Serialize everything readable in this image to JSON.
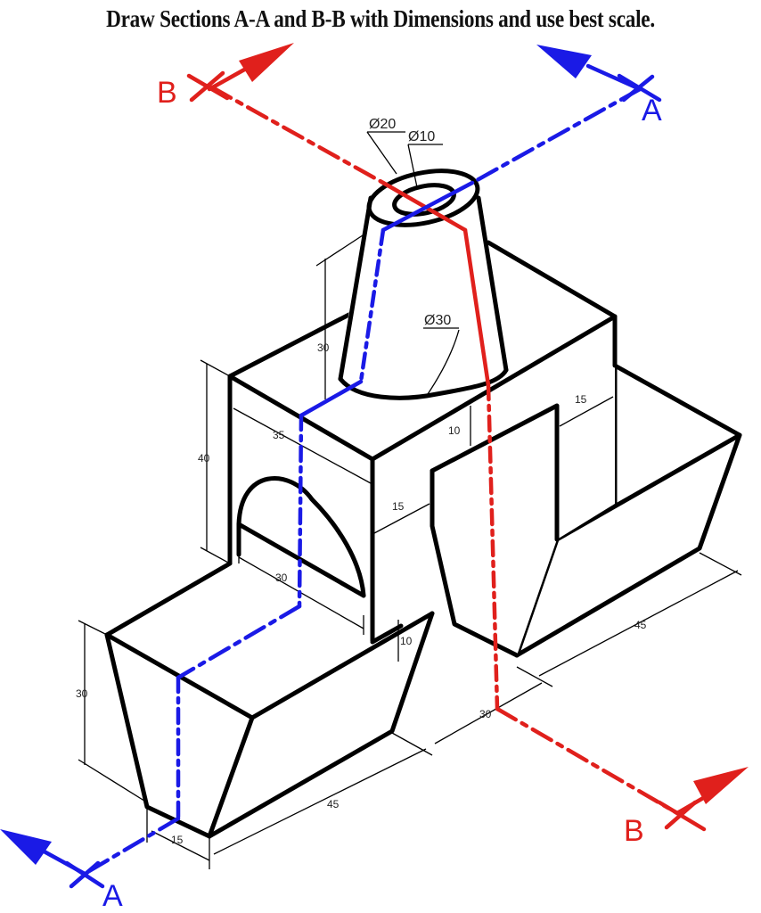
{
  "title": "Draw Sections A-A and B-B with Dimensions and use best scale.",
  "colors": {
    "section_a": "#1a1ae6",
    "section_b": "#e0201c",
    "lines": "#000000"
  },
  "section_labels": {
    "a": "A",
    "b": "B"
  },
  "dimensions": {
    "dia20": "Ø20",
    "dia10": "Ø10",
    "dia30": "Ø30",
    "cone_height": "30",
    "block_height": "40",
    "block_depth": "35",
    "top_step": "10",
    "wall_15_right": "15",
    "wall_15_mid": "15",
    "arch_width": "30",
    "base_step": "10",
    "front_height": "30",
    "front_length": "45",
    "front_depth": "15",
    "back_gap": "30",
    "back_length": "45"
  }
}
